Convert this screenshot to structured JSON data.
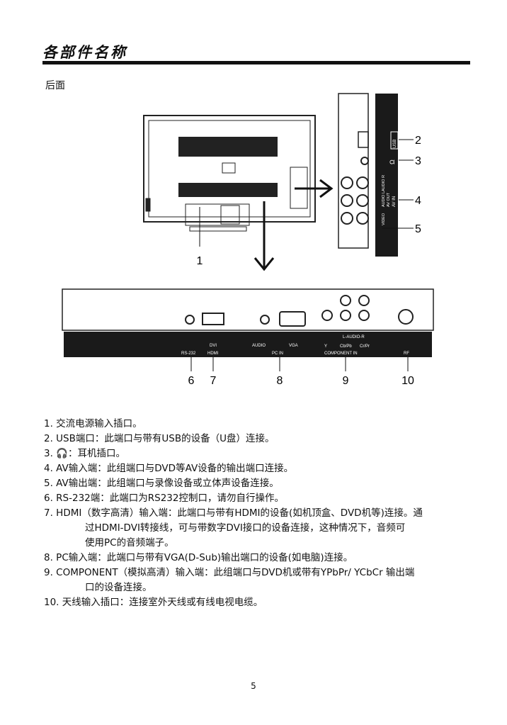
{
  "header": {
    "title": "各部件名称",
    "subtitle": "后面"
  },
  "figure": {
    "callouts": [
      "1",
      "2",
      "3",
      "4",
      "5",
      "6",
      "7",
      "8",
      "9",
      "10"
    ],
    "side_panel_labels": {
      "usb": "USB",
      "av_in": "AV IN",
      "av_out": "AV OUT",
      "audio_r": "AUDIO R",
      "audio_l": "AUDIO L",
      "video": "VIDEO"
    },
    "bottom_panel_labels": {
      "rs232": "RS-232",
      "hdmi": "HDMI",
      "dvi": "DVI",
      "audio": "AUDIO",
      "vga": "VGA",
      "pc_in": "PC IN",
      "l_audio_r": "L-AUDIO-R",
      "y": "Y",
      "cb_pb": "Cb/Pb",
      "cr_pr": "Cr/Pr",
      "component_in": "COMPONENT IN",
      "rf": "RF"
    }
  },
  "items": [
    "1. 交流电源输入插口。",
    "2. USB端口：此端口与带有USB的设备（U盘）连接。",
    "3. 🎧：耳机插口。",
    "4. AV输入端：此组端口与DVD等AV设备的输出端口连接。",
    "5. AV输出端：此组端口与录像设备或立体声设备连接。",
    "6. RS-232端：此端口为RS232控制口，请勿自行操作。",
    "7. HDMI（数字高清）输入端：此端口与带有HDMI的设备(如机顶盒、DVD机等)连接。通",
    "过HDMI-DVI转接线，可与带数字DVI接口的设备连接，这种情况下，音频可",
    "使用PC的音频端子。",
    "8. PC输入端：此端口与带有VGA(D-Sub)输出端口的设备(如电脑)连接。",
    "9. COMPONENT（模拟高清）输入端：此组端口与DVD机或带有YPbPr/ YCbCr 输出端",
    "口的设备连接。",
    "10. 天线输入插口：连接室外天线或有线电视电缆。"
  ],
  "page_number": "5"
}
